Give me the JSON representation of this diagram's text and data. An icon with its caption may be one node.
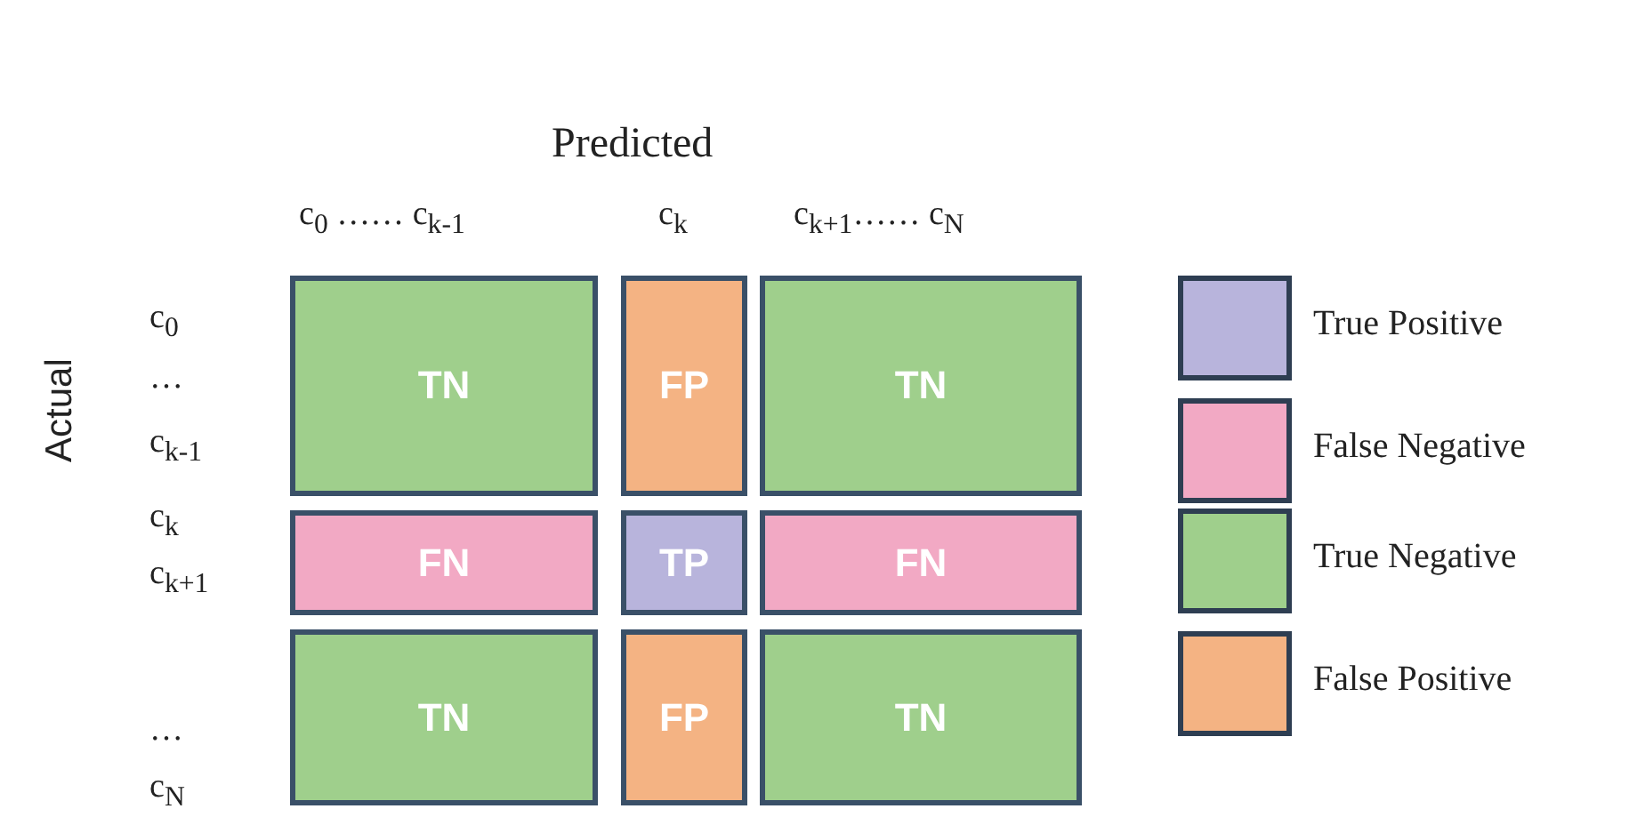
{
  "diagram": {
    "nodes": [
      {
        "text": [
          "TN"
        ]
      },
      {
        "text": [
          "FP"
        ]
      },
      {
        "text": [
          "TN"
        ]
      },
      {
        "text": [
          "FN"
        ]
      },
      {
        "text": [
          "TP"
        ]
      },
      {
        "text": [
          "FN"
        ]
      },
      {
        "text": [
          "TN"
        ]
      },
      {
        "text": [
          "FP"
        ]
      },
      {
        "text": [
          "TN"
        ]
      }
    ],
    "edges": [],
    "labels": [
      "Predicted",
      "c$_{0}$ …… c$_{k-1}$",
      "c$_{k}$",
      "c$_{k+1}$…… c$_{N}$",
      "Actual",
      "c$_{0}$",
      "…",
      "c$_{k-1}$",
      "c$_{k}$",
      "c$_{k+1}$",
      "…",
      "c$_{N}$"
    ],
    "legend": [
      {
        "text": "True Positive",
        "color": "#b8b4dc"
      },
      {
        "text": "False Negative",
        "color": "#f2a9c4"
      },
      {
        "text": "True Negative",
        "color": "#9fcf8c"
      },
      {
        "text": "False Positive",
        "color": "#f4b383"
      }
    ]
  }
}
